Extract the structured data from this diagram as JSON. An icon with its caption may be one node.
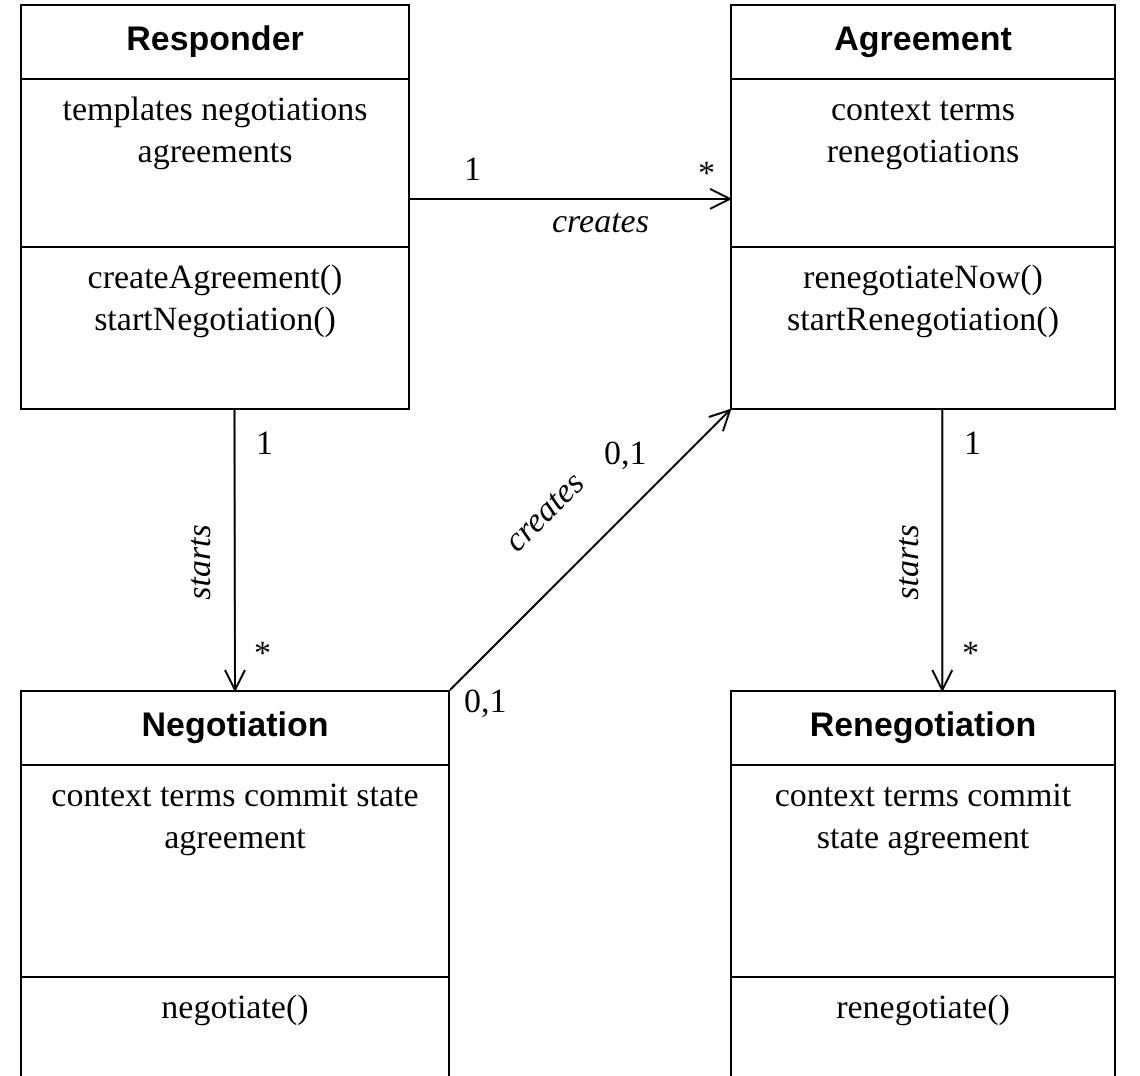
{
  "diagram": {
    "nodes": [
      {
        "text": [
          "Responder",
          "templates negotiations agreements",
          "createAgreement() startNegotiation()"
        ]
      },
      {
        "text": [
          "Agreement",
          "context terms renegotiations",
          "renegotiateNow() startRenegotiation()"
        ]
      },
      {
        "text": [
          "Negotiation",
          "context terms commit state agreement",
          "negotiate()"
        ]
      },
      {
        "text": [
          "Renegotiation",
          "context terms commit state agreement",
          "renegotiate()"
        ]
      }
    ],
    "edges": [
      {
        "from": 0,
        "to": 1,
        "arrow": "to",
        "label": "creates"
      },
      {
        "from": 0,
        "to": 2,
        "arrow": "to",
        "label": "starts"
      },
      {
        "from": 2,
        "to": 1,
        "arrow": "to",
        "label": "creates"
      },
      {
        "from": 1,
        "to": 3,
        "arrow": "to",
        "label": "starts"
      }
    ],
    "labels": [
      "1",
      "*",
      "1",
      "0,1",
      "1",
      "*",
      "0,1",
      "*"
    ]
  }
}
